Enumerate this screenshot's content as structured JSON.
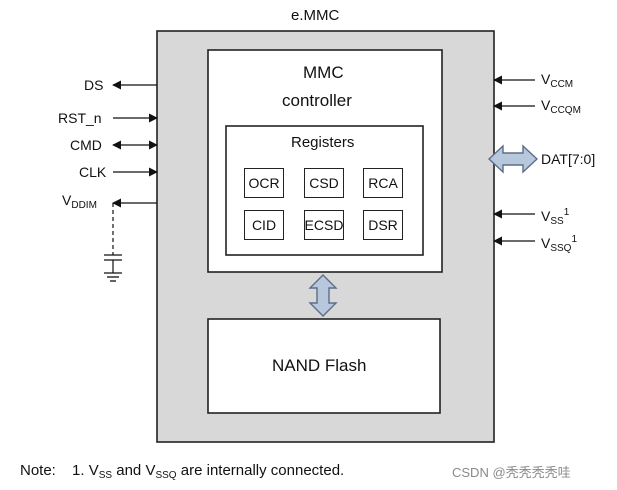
{
  "title": "e.MMC",
  "controller": {
    "line1": "MMC",
    "line2": "controller"
  },
  "registers": {
    "heading": "Registers",
    "items": [
      "OCR",
      "CSD",
      "RCA",
      "CID",
      "ECSD",
      "DSR"
    ]
  },
  "nand": "NAND Flash",
  "left_pins": {
    "ds": "DS",
    "rst": "RST_n",
    "cmd": "CMD",
    "clk": "CLK",
    "vddim_main": "V",
    "vddim_sub": "DDIM"
  },
  "right_pins": {
    "vccm_main": "V",
    "vccm_sub": "CCM",
    "vccqm_main": "V",
    "vccqm_sub": "CCQM",
    "dat": "DAT[7:0]",
    "vss_main": "V",
    "vss_sub": "SS",
    "vss_sup": "1",
    "vssq_main": "V",
    "vssq_sub": "SSQ",
    "vssq_sup": "1"
  },
  "note": {
    "label": "Note:",
    "number": "1.",
    "v1": "V",
    "v1_sub": "SS",
    "and": "and",
    "v2": "V",
    "v2_sub": "SSQ",
    "tail": "are internally connected."
  },
  "watermark": "CSDN @秃秃秃秃哇",
  "colors": {
    "chip_fill": "#d8d8d8",
    "arrow_fill": "#b7c7dc",
    "arrow_stroke": "#5b6f8c"
  }
}
